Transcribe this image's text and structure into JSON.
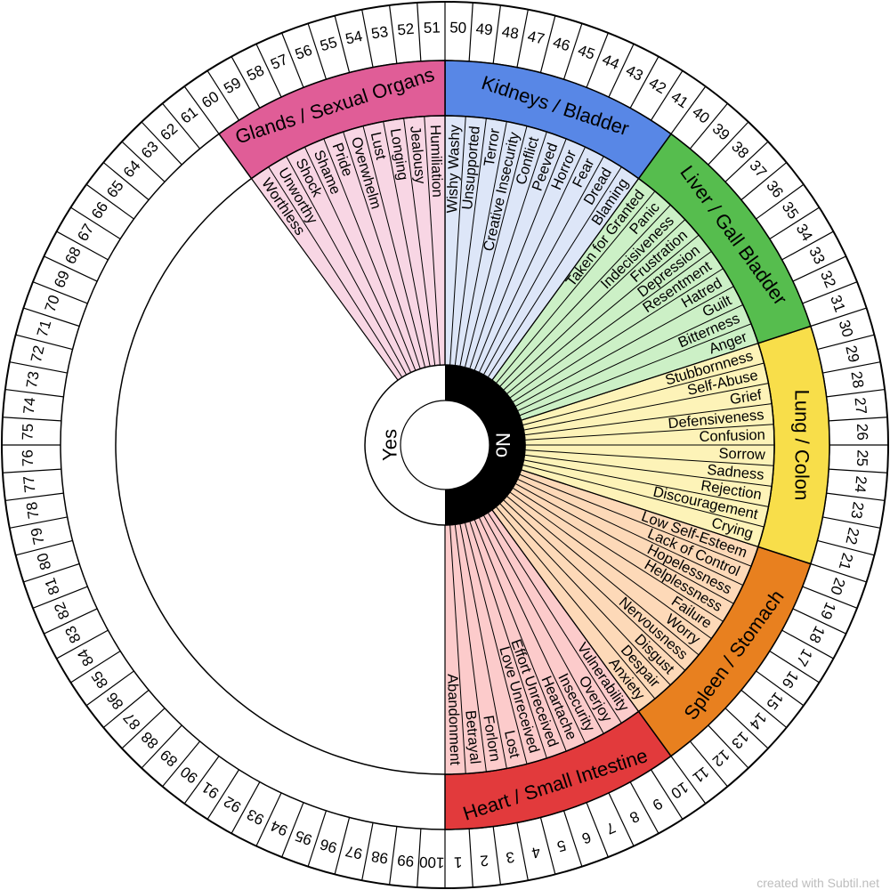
{
  "center": {
    "yes_label": "Yes",
    "no_label": "No"
  },
  "credit": "created with Subtil.net",
  "colors": {
    "outline": "#000000",
    "number_ring": "#ffffff",
    "yes_bg": "#ffffff",
    "no_bg": "#000000"
  },
  "groups": [
    {
      "name": "Heart / Small Intestine",
      "color": "#e23a3c",
      "light": "#fccbcb",
      "emotions": [
        "Abandonment",
        "Betrayal",
        "Forlorn",
        "Lost",
        "Love Unreceived",
        "Effort Unreceived",
        "Heartache",
        "Insecurity",
        "Overjoy",
        "Vulnerability"
      ]
    },
    {
      "name": "Spleen / Stomach",
      "color": "#e8801f",
      "light": "#fdd9b8",
      "emotions": [
        "Anxiety",
        "Despair",
        "Disgust",
        "Nervousness",
        "Worry",
        "Failure",
        "Helplessness",
        "Hopelessness",
        "Lack of Control",
        "Low Self-Esteem"
      ]
    },
    {
      "name": "Lung / Colon",
      "color": "#f8de4a",
      "light": "#fdf3b8",
      "emotions": [
        "Crying",
        "Discouragement",
        "Rejection",
        "Sadness",
        "Sorrow",
        "Confusion",
        "Defensiveness",
        "Grief",
        "Self-Abuse",
        "Stubbornness"
      ]
    },
    {
      "name": "Liver / Gall Bladder",
      "color": "#56bd4e",
      "light": "#ccf0c6",
      "emotions": [
        "Anger",
        "Bitterness",
        "Guilt",
        "Hatred",
        "Resentment",
        "Depression",
        "Frustration",
        "Indecisiveness",
        "Panic",
        "Taken for Granted"
      ]
    },
    {
      "name": "Kidneys / Bladder",
      "color": "#5887e6",
      "light": "#dde6f8",
      "emotions": [
        "Blaming",
        "Dread",
        "Fear",
        "Horror",
        "Peeved",
        "Conflict",
        "Creative Insecurity",
        "Terror",
        "Unsupported",
        "Wishy Washy"
      ]
    },
    {
      "name": "Glands / Sexual Organs",
      "color": "#e05d97",
      "light": "#f8d6e4",
      "emotions": [
        "Humiliation",
        "Jealousy",
        "Longing",
        "Lust",
        "Overwhelm",
        "Pride",
        "Shame",
        "Shock",
        "Unworthy",
        "Worthless"
      ]
    }
  ],
  "numbers": [
    "1",
    "2",
    "3",
    "4",
    "5",
    "6",
    "7",
    "8",
    "9",
    "10",
    "11",
    "12",
    "13",
    "14",
    "15",
    "16",
    "17",
    "18",
    "19",
    "20",
    "21",
    "22",
    "23",
    "24",
    "25",
    "26",
    "27",
    "28",
    "29",
    "30",
    "31",
    "32",
    "33",
    "34",
    "35",
    "36",
    "37",
    "38",
    "39",
    "40",
    "41",
    "42",
    "43",
    "44",
    "45",
    "46",
    "47",
    "48",
    "49",
    "50",
    "51",
    "52",
    "53",
    "54",
    "55",
    "56",
    "57",
    "58",
    "59",
    "60",
    "61",
    "62",
    "63",
    "64",
    "65",
    "66",
    "67",
    "68",
    "69",
    "70",
    "71",
    "72",
    "73",
    "74",
    "75",
    "76",
    "77",
    "78",
    "79",
    "80",
    "81",
    "82",
    "83",
    "84",
    "85",
    "86",
    "87",
    "88",
    "89",
    "90",
    "91",
    "92",
    "93",
    "94",
    "95",
    "96",
    "97",
    "98",
    "99",
    "100"
  ]
}
